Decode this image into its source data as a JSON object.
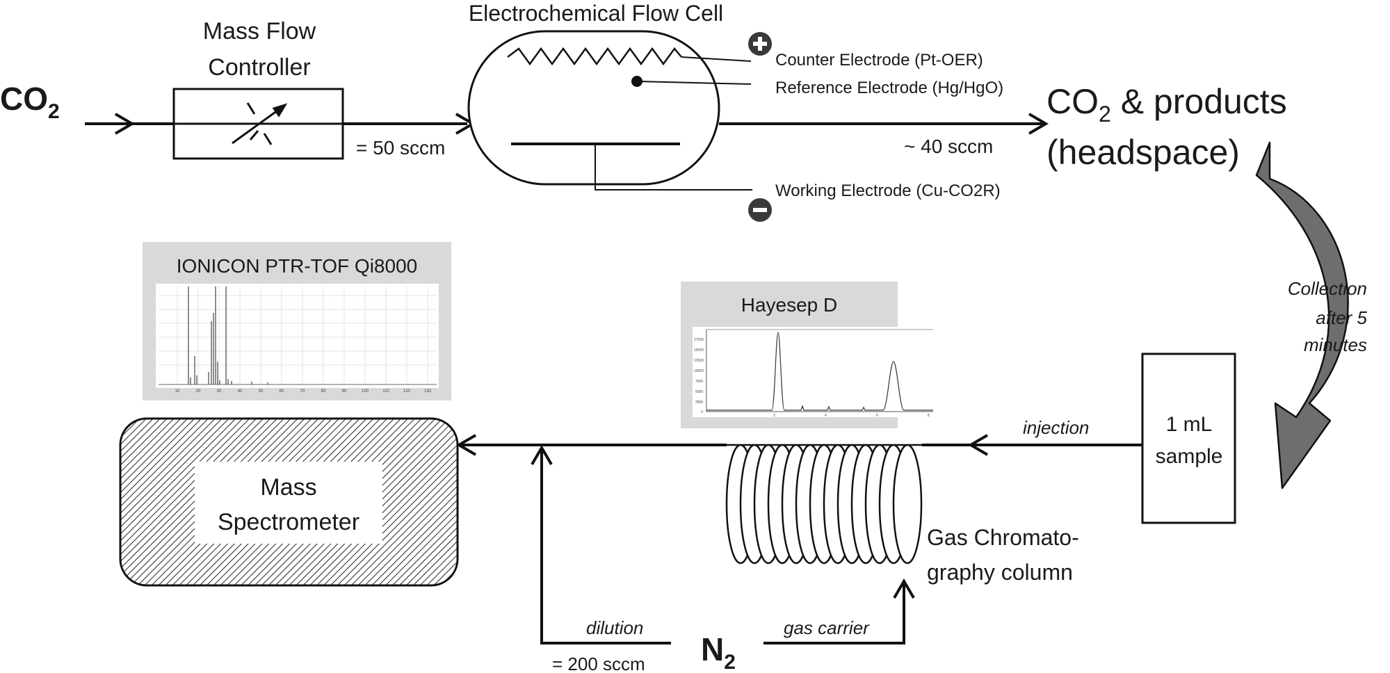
{
  "gas_input": {
    "label": "CO",
    "subscript": "2"
  },
  "mass_flow_controller": {
    "title_line1": "Mass Flow",
    "title_line2": "Controller",
    "flow": "= 50 sccm"
  },
  "flow_cell": {
    "title": "Electrochemical Flow Cell",
    "counter_electrode": "Counter Electrode (Pt-OER)",
    "reference_electrode": "Reference Electrode (Hg/HgO)",
    "working_electrode": "Working Electrode (Cu-CO2R)",
    "outlet_flow": "~ 40 sccm"
  },
  "headspace": {
    "line1_prefix": "CO",
    "line1_sub": "2",
    "line1_suffix": " & products",
    "line2": "(headspace)"
  },
  "collection": {
    "line1": "Collection",
    "line2": "after 5",
    "line3": "minutes"
  },
  "sample": {
    "line1": "1 mL",
    "line2": "sample"
  },
  "injection_label": "injection",
  "gc_column": {
    "line1": "Gas Chromato-",
    "line2": "graphy column"
  },
  "gc_inset": {
    "title": "Hayesep D",
    "y_ticks": [
      "17500",
      "15000",
      "12500",
      "10000",
      "7500",
      "5000",
      "2500",
      "0"
    ],
    "x_ticks": [
      "2",
      "4",
      "6",
      "8"
    ]
  },
  "ms_inset": {
    "title": "IONICON PTR-TOF Qi8000",
    "x_ticks": [
      "10",
      "20",
      "30",
      "40",
      "50",
      "60",
      "70",
      "80",
      "90",
      "100",
      "110",
      "120",
      "130"
    ]
  },
  "mass_spectrometer": {
    "line1": "Mass",
    "line2": "Spectrometer"
  },
  "carrier": {
    "label": "N",
    "subscript": "2",
    "dilution": "dilution",
    "dilution_flow": "= 200 sccm",
    "gas_carrier": "gas carrier"
  },
  "colors": {
    "line": "#111111",
    "arrow_fill": "#6e6e6e",
    "inset_bg": "#d9d9d9",
    "electrode_badge": "#3a3a3a"
  }
}
